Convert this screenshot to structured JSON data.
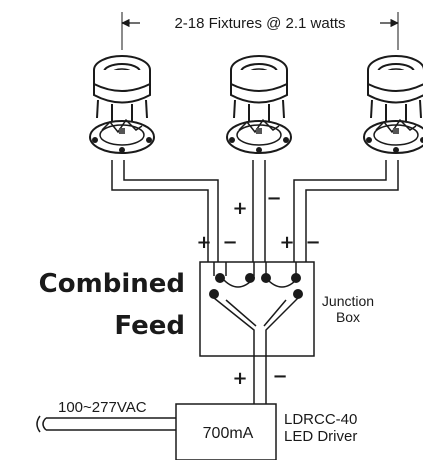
{
  "top_label": "2-18 Fixtures @ 2.1 watts",
  "title": {
    "line1": "Combined",
    "line2": "Feed"
  },
  "junction_box": {
    "line1": "Junction",
    "line2": "Box"
  },
  "input_voltage": "100~277VAC",
  "driver": {
    "current": "700mA",
    "model": "LDRCC-40",
    "type": "LED Driver"
  },
  "polarity": {
    "plus": "+",
    "minus": "−"
  },
  "fixtures": [
    "fixture",
    "fixture",
    "fixture"
  ]
}
